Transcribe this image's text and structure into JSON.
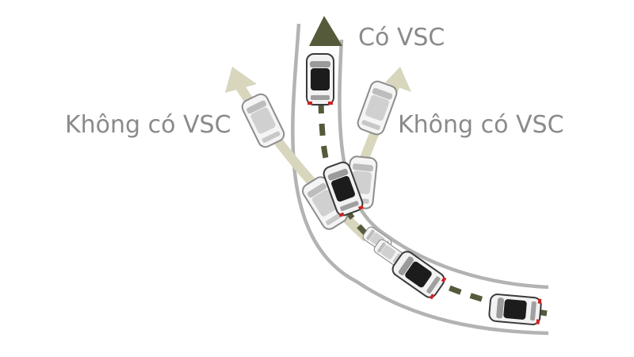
{
  "labels": {
    "with_vsc": "Có VSC",
    "without_vsc_left": "Không có VSC",
    "without_vsc_right": "Không có VSC"
  },
  "colors": {
    "road_edge": "#b3b3b3",
    "vsc_path": "#545a3a",
    "no_vsc_path": "#d8d6bd",
    "car_body": "#f2f2f2",
    "car_roof_vsc": "#1c1c1c",
    "car_roof_ghost": "#d0d0d0",
    "label_text": "#8a8a8a"
  },
  "icons": {
    "vehicle": "car-top-view-icon",
    "direction": "arrow-icon"
  }
}
